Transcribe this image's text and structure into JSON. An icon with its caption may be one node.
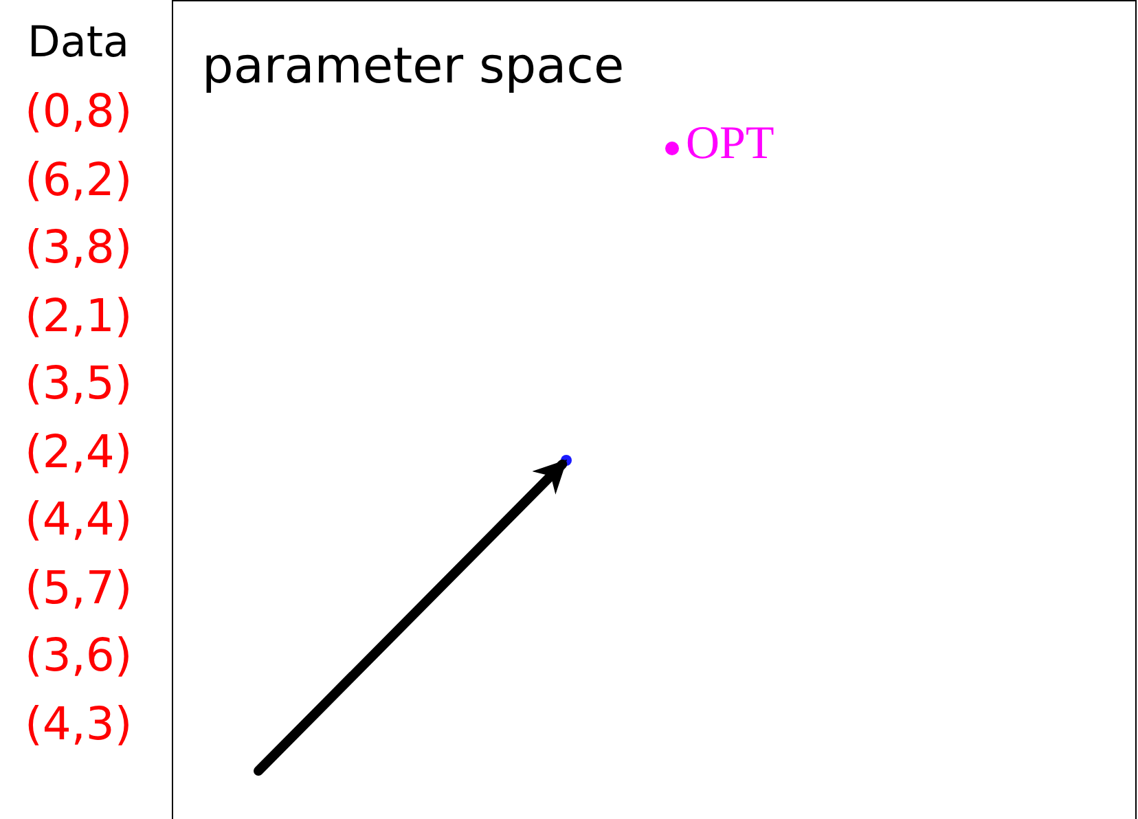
{
  "diagram": {
    "nodes": [
      {
        "text": [
          "parameter space"
        ]
      },
      {
        "text": [],
        "shape": "circle",
        "in": 0
      }
    ],
    "edges": [
      {
        "from": null,
        "to": 1,
        "arrow": "to"
      }
    ],
    "labels": [
      "Data",
      "(0,8)",
      "(6,2)",
      "(3,8)",
      "(2,1)",
      "(3,5)",
      "(2,4)",
      "(4,4)",
      "(5,7)",
      "(3,6)",
      "(4,3)",
      "OPT"
    ]
  }
}
